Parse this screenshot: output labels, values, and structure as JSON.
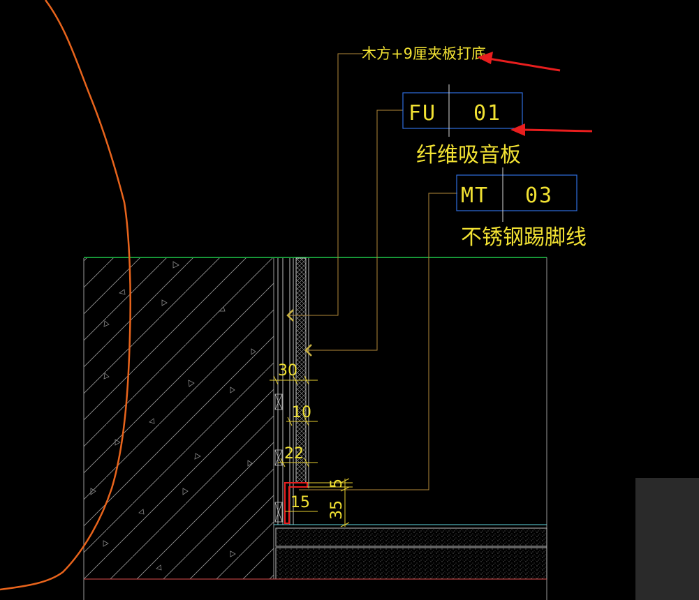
{
  "labels": {
    "substrate": "木方+9厘夹板打底",
    "fiber_panel": "纤维吸音板",
    "skirting": "不锈钢踢脚线"
  },
  "tags": {
    "fu": {
      "code": "FU",
      "number": "01"
    },
    "mt": {
      "code": "MT",
      "number": "03"
    }
  },
  "dimensions": {
    "d30": "30",
    "d10": "10",
    "d22": "22",
    "d15": "15",
    "d35": "35",
    "d5": "5"
  },
  "colors": {
    "background": "#000000",
    "text": "#f2e233",
    "tag_box": "#2f6fe0",
    "concrete_outline": "#e05050",
    "break_line": "#e8641c",
    "ceiling_line": "#1fc94a",
    "arrow": "#e81e1e",
    "leader": "#b38a3a"
  }
}
